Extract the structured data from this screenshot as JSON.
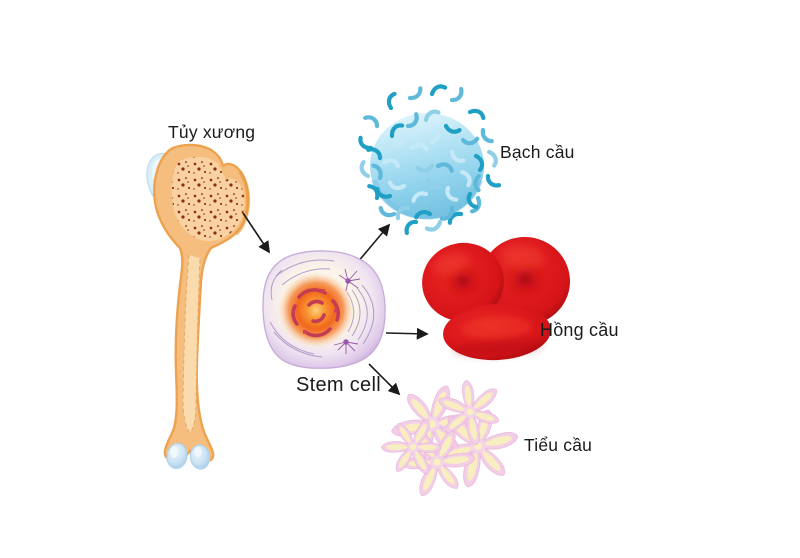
{
  "diagram": {
    "type": "flow",
    "subject": "hematopoiesis-from-bone-marrow",
    "nodes": [
      {
        "id": "bone-marrow",
        "label": "Tủy xương"
      },
      {
        "id": "stem-cell",
        "label": "Stem cell"
      },
      {
        "id": "white-blood-cell",
        "label": "Bạch cầu"
      },
      {
        "id": "red-blood-cell",
        "label": "Hồng cầu"
      },
      {
        "id": "platelet",
        "label": "Tiểu cầu"
      }
    ],
    "edges": [
      {
        "from": "bone-marrow",
        "to": "stem-cell"
      },
      {
        "from": "stem-cell",
        "to": "white-blood-cell"
      },
      {
        "from": "stem-cell",
        "to": "red-blood-cell"
      },
      {
        "from": "stem-cell",
        "to": "platelet"
      }
    ]
  },
  "colors": {
    "background": "#FFFFFF",
    "text": "#1B1B1B",
    "arrow": "#1B1B1B",
    "bone_outline": "#EDA24F",
    "bone_fill": "#F5BE7E",
    "bone_inner": "#F8D2A2",
    "marrow_speckle": "#9C3415",
    "cartilage": "#DCEFF9",
    "stem_cell_edge": "#CDB5DE",
    "stem_cell_body": "#FAF3E8",
    "nucleus_orange": "#F2671B",
    "chromatin": "#C33C53",
    "centrosome": "#9857AE",
    "wbc_blue": "#8FD2EC",
    "wbc_squiggle": "#1FA0C4",
    "rbc_red": "#DC1A1E",
    "platelet_pink": "#F3CFE7",
    "platelet_core": "#F9EFBE"
  }
}
